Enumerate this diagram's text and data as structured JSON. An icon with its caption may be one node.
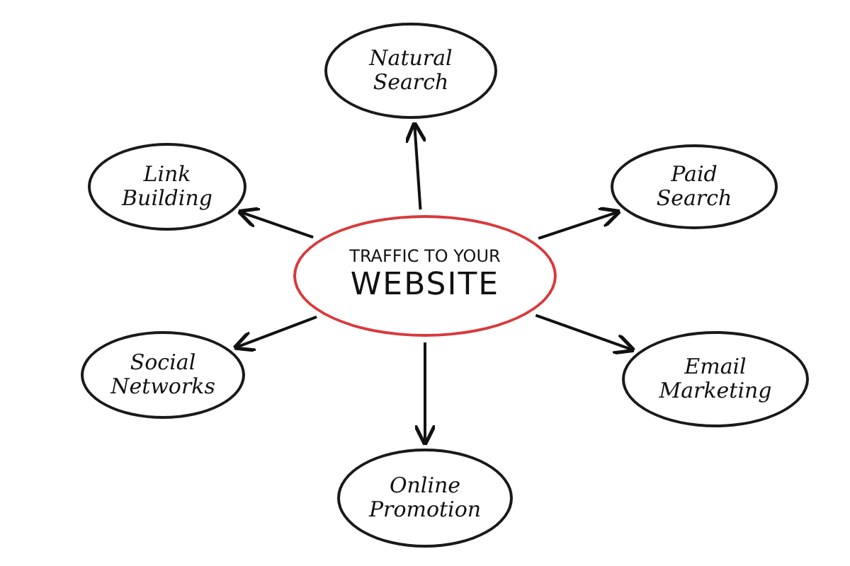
{
  "diagram": {
    "nodes": [
      {
        "text": [
          "TRAFFIC TO YOUR",
          "WEBSITE"
        ]
      },
      {
        "text": [
          "Natural Search"
        ]
      },
      {
        "text": [
          "Link Building"
        ]
      },
      {
        "text": [
          "Paid Search"
        ]
      },
      {
        "text": [
          "Social Networks"
        ]
      },
      {
        "text": [
          "Email Marketing"
        ]
      },
      {
        "text": [
          "Online Promotion"
        ]
      }
    ],
    "edges": [
      {
        "from": 0,
        "to": 1,
        "arrow": "to"
      },
      {
        "from": 0,
        "to": 2,
        "arrow": "to"
      },
      {
        "from": 0,
        "to": 3,
        "arrow": "to"
      },
      {
        "from": 0,
        "to": 4,
        "arrow": "to"
      },
      {
        "from": 0,
        "to": 5,
        "arrow": "to"
      },
      {
        "from": 0,
        "to": 6,
        "arrow": "to"
      }
    ]
  }
}
